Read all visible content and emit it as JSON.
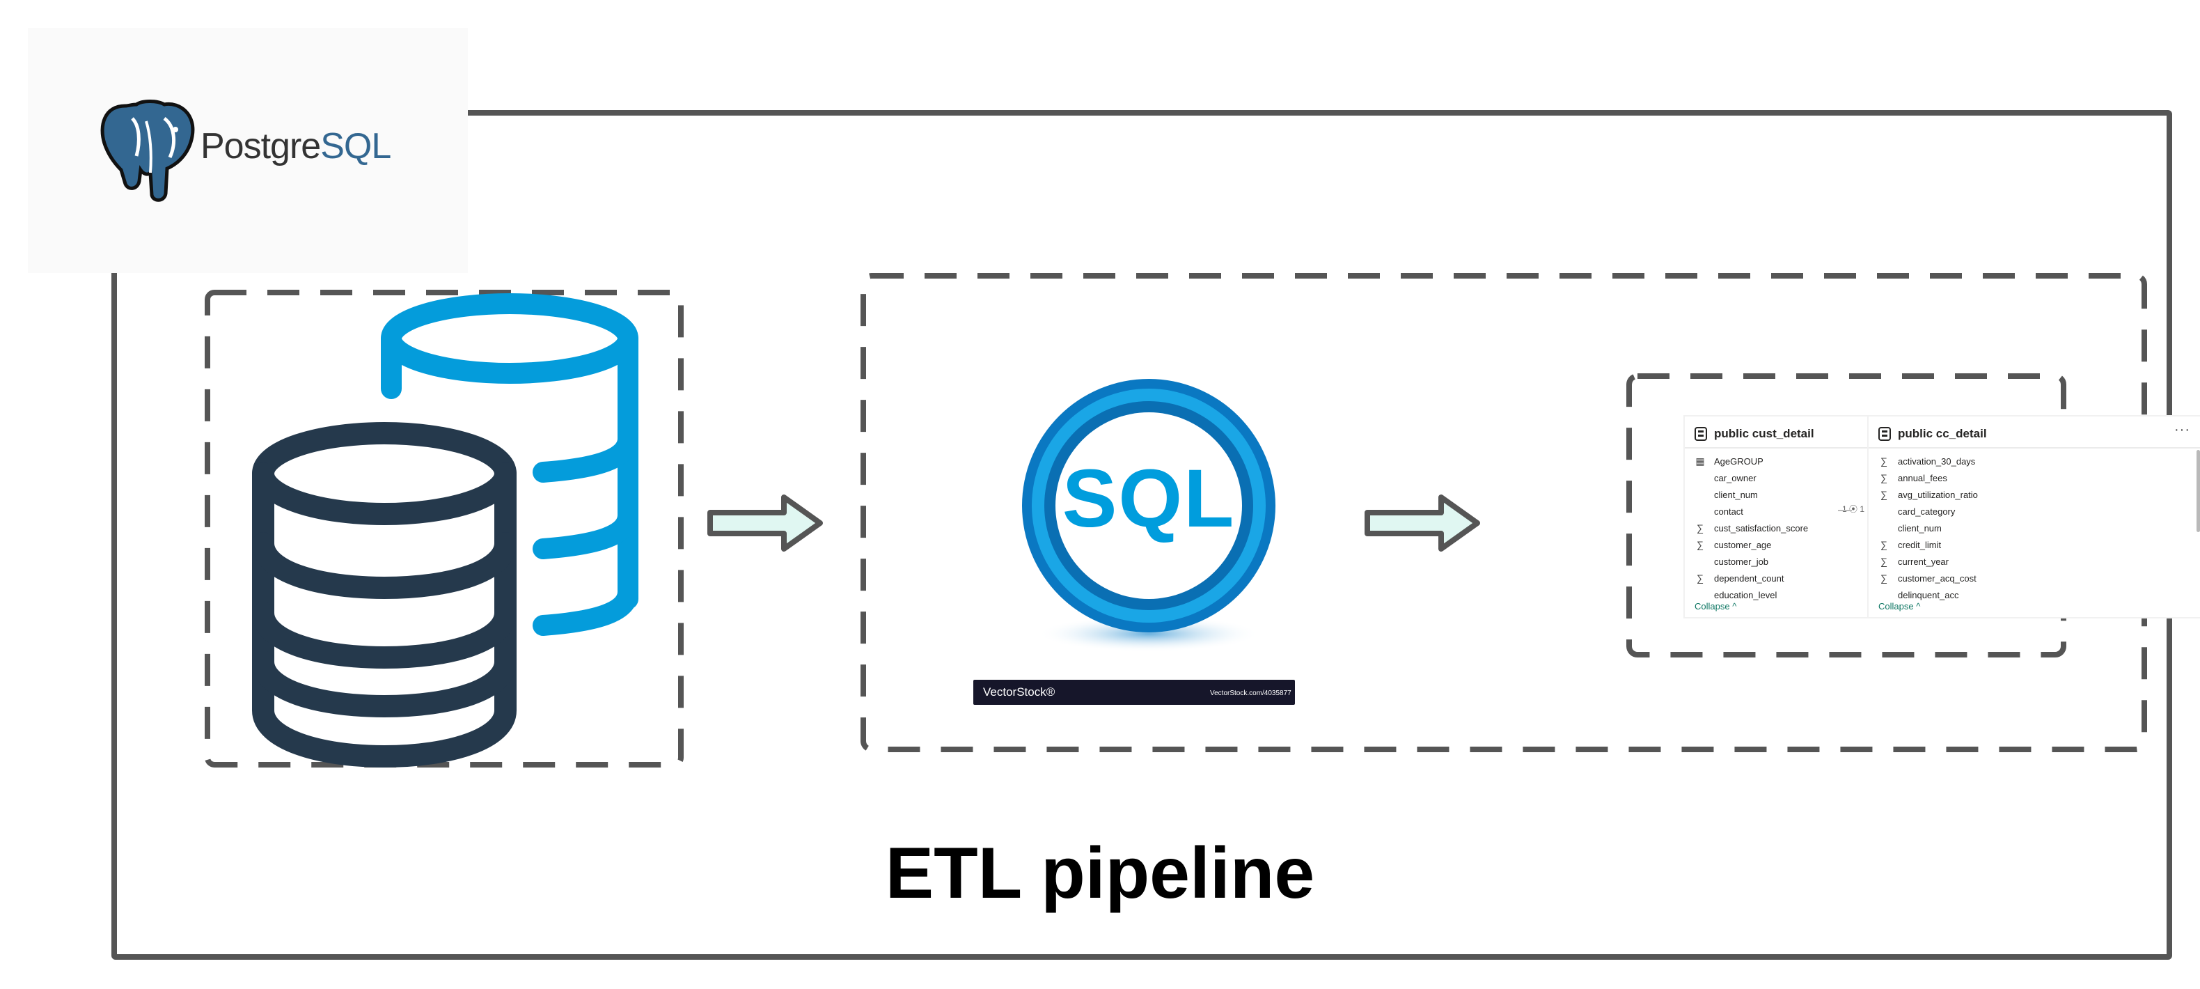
{
  "logo": {
    "name_part1": "Postgre",
    "name_part2": "SQL",
    "brand_color": "#336791"
  },
  "title": "ETL pipeline",
  "source": {
    "icon": "database-icon",
    "colors": {
      "front": "#25394c",
      "back": "#049cdb"
    }
  },
  "sql_badge": {
    "text": "SQL",
    "color": "#009ddd",
    "watermark_brand": "VectorStock®",
    "watermark_url": "VectorStock.com/4035877"
  },
  "tables": [
    {
      "header": "public cust_detail",
      "more": "···",
      "fields": [
        {
          "icon": "calendar-table-icon",
          "glyph": "▦",
          "name": "AgeGROUP"
        },
        {
          "icon": "none",
          "glyph": "",
          "name": "car_owner"
        },
        {
          "icon": "none",
          "glyph": "",
          "name": "client_num"
        },
        {
          "icon": "none",
          "glyph": "",
          "name": "contact"
        },
        {
          "icon": "sigma-icon",
          "glyph": "∑",
          "name": "cust_satisfaction_score"
        },
        {
          "icon": "sigma-icon",
          "glyph": "∑",
          "name": "customer_age"
        },
        {
          "icon": "none",
          "glyph": "",
          "name": "customer_job"
        },
        {
          "icon": "sigma-icon",
          "glyph": "∑",
          "name": "dependent_count"
        },
        {
          "icon": "none",
          "glyph": "",
          "name": "education_level"
        }
      ],
      "collapse": "Collapse ^"
    },
    {
      "header": "public cc_detail",
      "more": "···",
      "fields": [
        {
          "icon": "sigma-icon",
          "glyph": "∑",
          "name": "activation_30_days"
        },
        {
          "icon": "sigma-icon",
          "glyph": "∑",
          "name": "annual_fees"
        },
        {
          "icon": "sigma-icon",
          "glyph": "∑",
          "name": "avg_utilization_ratio"
        },
        {
          "icon": "none",
          "glyph": "",
          "name": "card_category"
        },
        {
          "icon": "none",
          "glyph": "",
          "name": "client_num"
        },
        {
          "icon": "sigma-icon",
          "glyph": "∑",
          "name": "credit_limit"
        },
        {
          "icon": "sigma-icon",
          "glyph": "∑",
          "name": "current_year"
        },
        {
          "icon": "sigma-icon",
          "glyph": "∑",
          "name": "customer_acq_cost"
        },
        {
          "icon": "none",
          "glyph": "",
          "name": "delinquent_acc"
        }
      ],
      "collapse": "Collapse ^"
    }
  ],
  "relationship_label": "1 ⦿ 1",
  "arrow_fill": "#e0f7f2",
  "frame_color": "#555555"
}
